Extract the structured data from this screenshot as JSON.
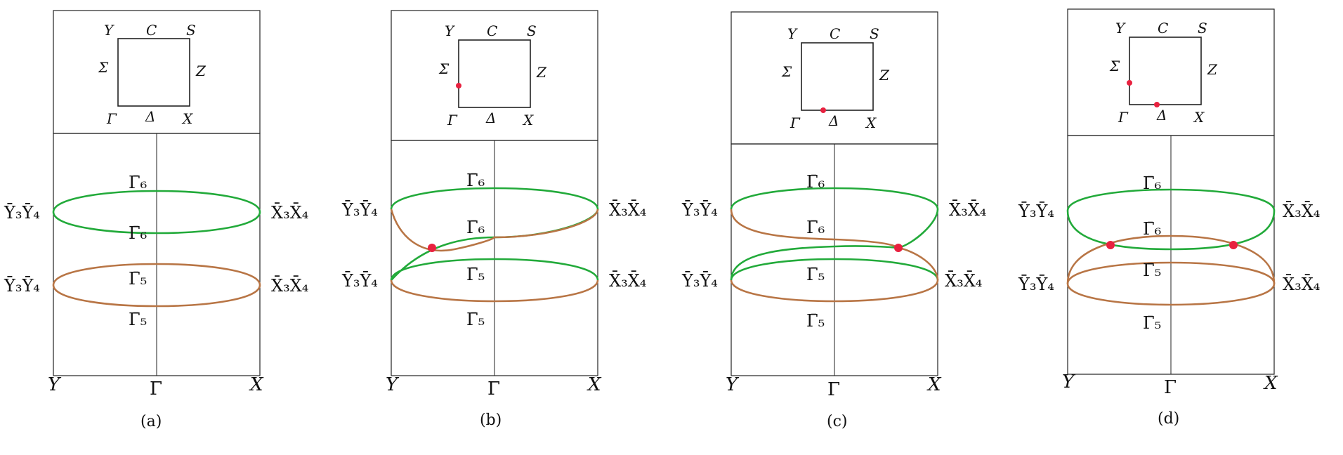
{
  "colors": {
    "green_band": "#22aa3a",
    "brown_band": "#b87545",
    "crossing_point": "#e8213f"
  },
  "labels": {
    "hs": {
      "Y": "Y",
      "C": "C",
      "S": "S",
      "Sigma": "Σ",
      "Z": "Z",
      "Gamma": "Γ",
      "Delta": "Δ",
      "X": "X"
    },
    "axis": {
      "Y": "Y",
      "Gamma": "Γ",
      "X": "X"
    },
    "band": {
      "G6": "Γ̄₆",
      "G5": "Γ̄₅",
      "YY": "Ȳ₃Ȳ₄",
      "XX": "X̄₃X̄₄"
    }
  },
  "panels": [
    {
      "caption": "(a)",
      "point_on_sigma": false,
      "point_on_delta": false,
      "band_labels_mid": [
        "Γ̄₆",
        "Γ̄₆",
        "Γ̄₅",
        "Γ̄₅"
      ],
      "crossings": []
    },
    {
      "caption": "(b)",
      "point_on_sigma": true,
      "point_on_delta": false,
      "band_labels_mid": [
        "Γ̄₆",
        "Γ̄₆",
        "Γ̄₅",
        "Γ̄₅"
      ],
      "crossings": [
        "Y-Γ"
      ]
    },
    {
      "caption": "(c)",
      "point_on_sigma": false,
      "point_on_delta": true,
      "band_labels_mid": [
        "Γ̄₆",
        "Γ̄₆",
        "Γ̄₅",
        "Γ̄₅"
      ],
      "crossings": [
        "Γ-X"
      ]
    },
    {
      "caption": "(d)",
      "point_on_sigma": true,
      "point_on_delta": true,
      "band_labels_mid": [
        "Γ̄₆",
        "Γ̄₆",
        "Γ̄₅",
        "Γ̄₅"
      ],
      "crossings": [
        "Y-Γ",
        "Γ-X"
      ]
    }
  ]
}
